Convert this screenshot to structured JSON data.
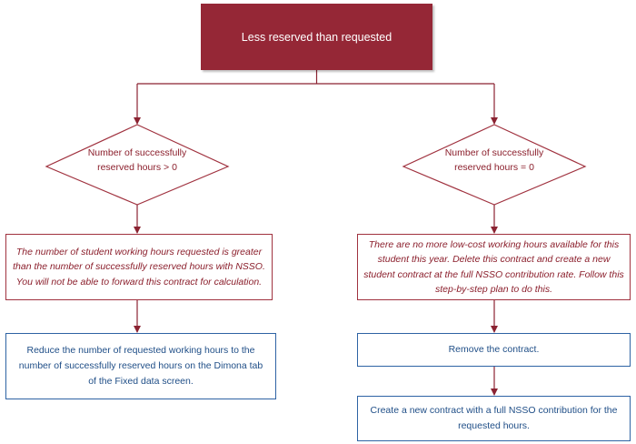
{
  "start": {
    "label": "Less reserved than requested"
  },
  "left": {
    "condition": "Number of successfully reserved hours > 0",
    "message": "The number of student working hours requested is greater than the number of successfully reserved hours with NSSO. You will not be able to forward this contract for calculation.",
    "action": "Reduce the number of requested working hours to the number of successfully reserved hours on the Dimona tab of the Fixed data screen."
  },
  "right": {
    "condition": "Number of successfully reserved hours = 0",
    "message": "There are no more low-cost working hours available for this student this year. Delete this contract and create a new student contract at the full NSSO contribution rate. Follow this step-by-step plan to do this.",
    "action1": "Remove the contract.",
    "action2": "Create a new contract with a full NSSO contribution for the requested hours."
  },
  "colors": {
    "start_fill": "#952736",
    "connector": "#8b2332",
    "warning_border": "#a0323f",
    "warning_text": "#8b1f2c",
    "action_border": "#2e63a4",
    "action_text": "#1f4e87"
  }
}
